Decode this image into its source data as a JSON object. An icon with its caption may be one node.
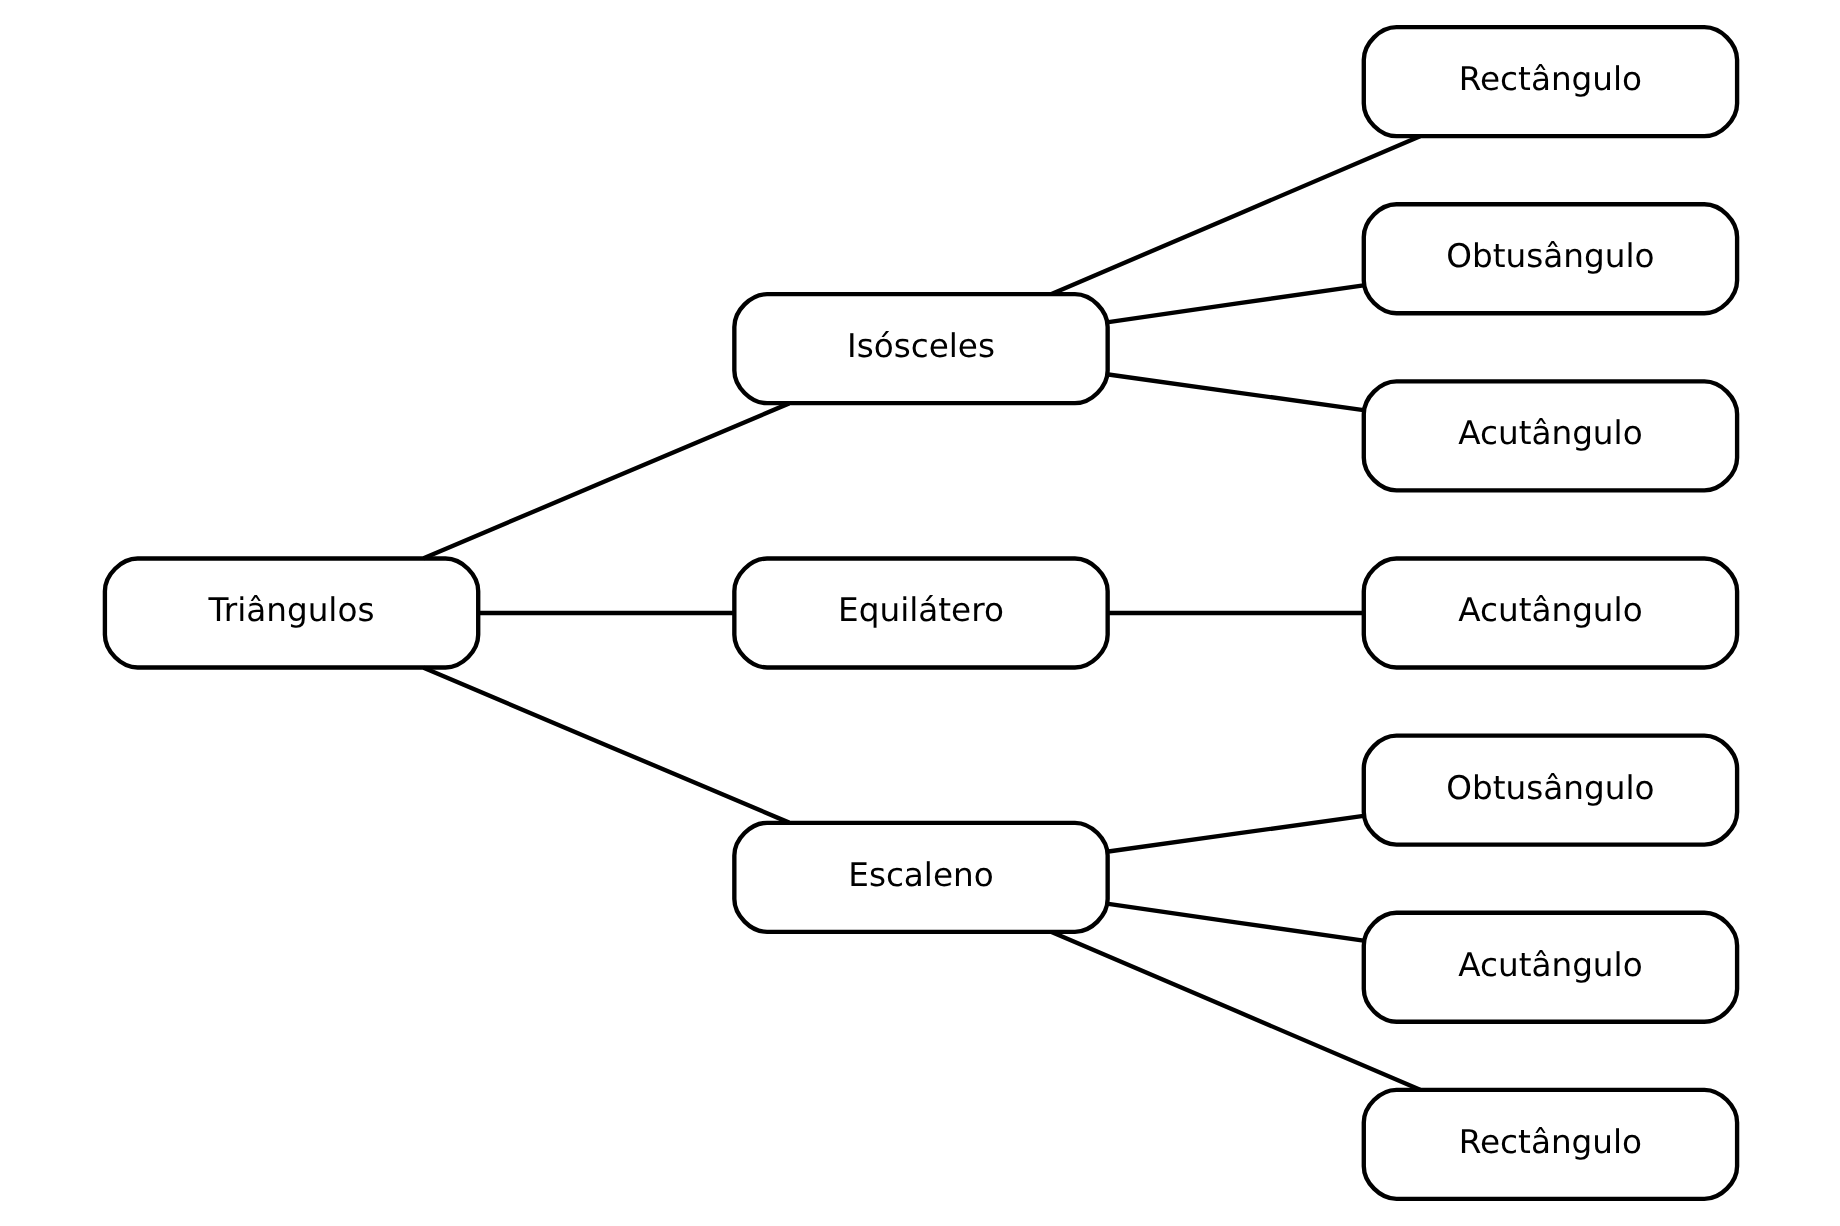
{
  "diagram": {
    "nodes": [
      {
        "text": [
          "Triângulos"
        ]
      },
      {
        "text": [
          "Isósceles"
        ]
      },
      {
        "text": [
          "Equilátero"
        ]
      },
      {
        "text": [
          "Escaleno"
        ]
      },
      {
        "text": [
          "Rectângulo"
        ]
      },
      {
        "text": [
          "Obtusângulo"
        ]
      },
      {
        "text": [
          "Acutângulo"
        ]
      },
      {
        "text": [
          "Acutângulo"
        ]
      },
      {
        "text": [
          "Obtusângulo"
        ]
      },
      {
        "text": [
          "Acutângulo"
        ]
      },
      {
        "text": [
          "Rectângulo"
        ]
      }
    ],
    "edges": [
      {
        "from": 0,
        "to": 1,
        "arrow": "none"
      },
      {
        "from": 0,
        "to": 2,
        "arrow": "none"
      },
      {
        "from": 0,
        "to": 3,
        "arrow": "none"
      },
      {
        "from": 1,
        "to": 4,
        "arrow": "none"
      },
      {
        "from": 1,
        "to": 5,
        "arrow": "none"
      },
      {
        "from": 1,
        "to": 6,
        "arrow": "none"
      },
      {
        "from": 2,
        "to": 7,
        "arrow": "none"
      },
      {
        "from": 3,
        "to": 8,
        "arrow": "none"
      },
      {
        "from": 3,
        "to": 9,
        "arrow": "none"
      },
      {
        "from": 3,
        "to": 10,
        "arrow": "none"
      }
    ]
  }
}
